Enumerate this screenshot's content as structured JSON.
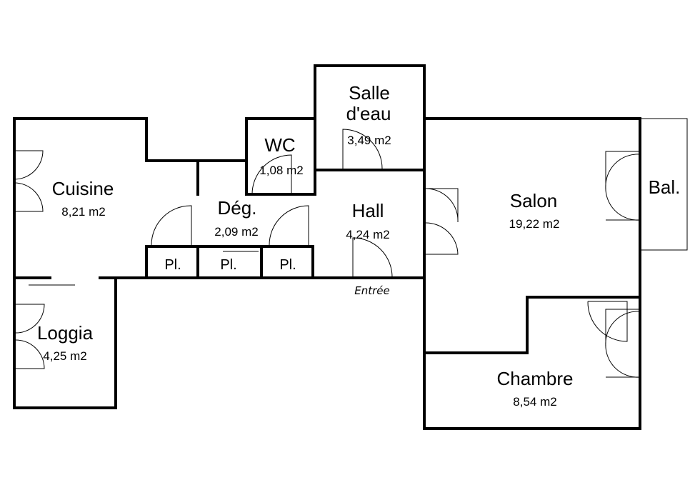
{
  "rooms": {
    "salle_deau": {
      "name_line1": "Salle",
      "name_line2": "d'eau",
      "area": "3,49 m2"
    },
    "wc": {
      "name": "WC",
      "area": "1,08 m2"
    },
    "cuisine": {
      "name": "Cuisine",
      "area": "8,21 m2"
    },
    "degagement": {
      "name": "Dég.",
      "area": "2,09 m2"
    },
    "hall": {
      "name": "Hall",
      "area": "4,24 m2"
    },
    "salon": {
      "name": "Salon",
      "area": "19,22 m2"
    },
    "balcon": {
      "name": "Bal."
    },
    "loggia": {
      "name": "Loggia",
      "area": "4,25 m2"
    },
    "chambre": {
      "name": "Chambre",
      "area": "8,54 m2"
    }
  },
  "closets": {
    "label": "Pl."
  },
  "entrance": {
    "label": "Entrée"
  }
}
